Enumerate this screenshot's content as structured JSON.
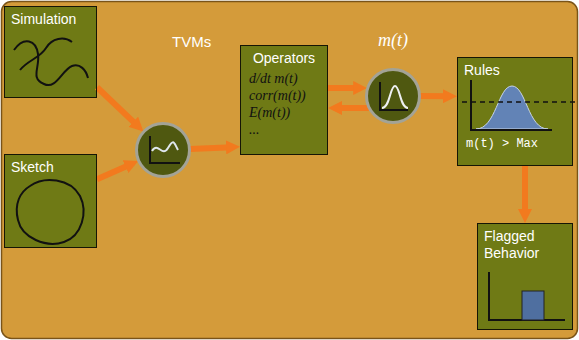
{
  "diagram": {
    "nodes": [
      {
        "text": [
          "Simulation"
        ]
      },
      {
        "text": [
          "Sketch"
        ]
      },
      {
        "text": [
          "TVMs"
        ]
      },
      {
        "text": [
          "Operators",
          "d/dt m(t)",
          "corr(m(t))",
          "E(m(t))",
          "..."
        ]
      },
      {
        "text": [
          "m(t)"
        ]
      },
      {
        "text": [
          "Rules",
          "m(t) > Max"
        ]
      },
      {
        "text": [
          "Flagged Behavior"
        ]
      }
    ],
    "edges": [
      {
        "from": 0,
        "to": 2,
        "arrow": "to"
      },
      {
        "from": 1,
        "to": 2,
        "arrow": "to"
      },
      {
        "from": 2,
        "to": 3,
        "arrow": "to"
      },
      {
        "from": 3,
        "to": 4,
        "arrow": "to"
      },
      {
        "from": 4,
        "to": 3,
        "arrow": "to"
      },
      {
        "from": 4,
        "to": 5,
        "arrow": "to"
      },
      {
        "from": 5,
        "to": 6,
        "arrow": "to"
      }
    ]
  }
}
